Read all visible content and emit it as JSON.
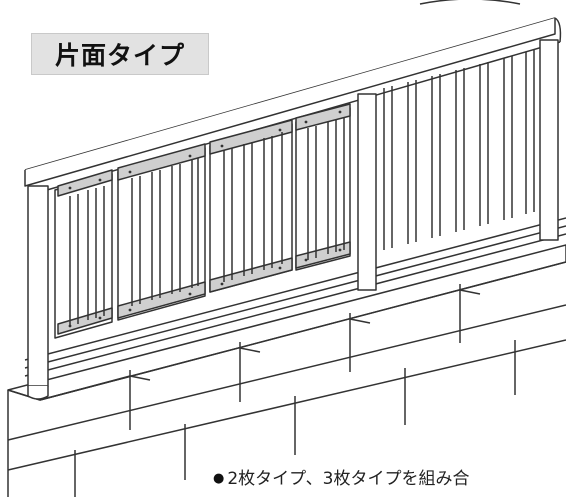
{
  "type_label": "片面タイプ",
  "caption": {
    "bullet": "●",
    "text": "2枚タイプ、3枚タイプを組み合"
  },
  "colors": {
    "line": "#333333",
    "wall_fill": "#ffffff",
    "panel_fill": "#dadada",
    "panel_bracket": "#b8b8b8",
    "label_bg": "#e2e2e2"
  },
  "illustration": {
    "subject": "fence-with-screen-panels-on-block-wall",
    "screen_panel_count": 4
  }
}
